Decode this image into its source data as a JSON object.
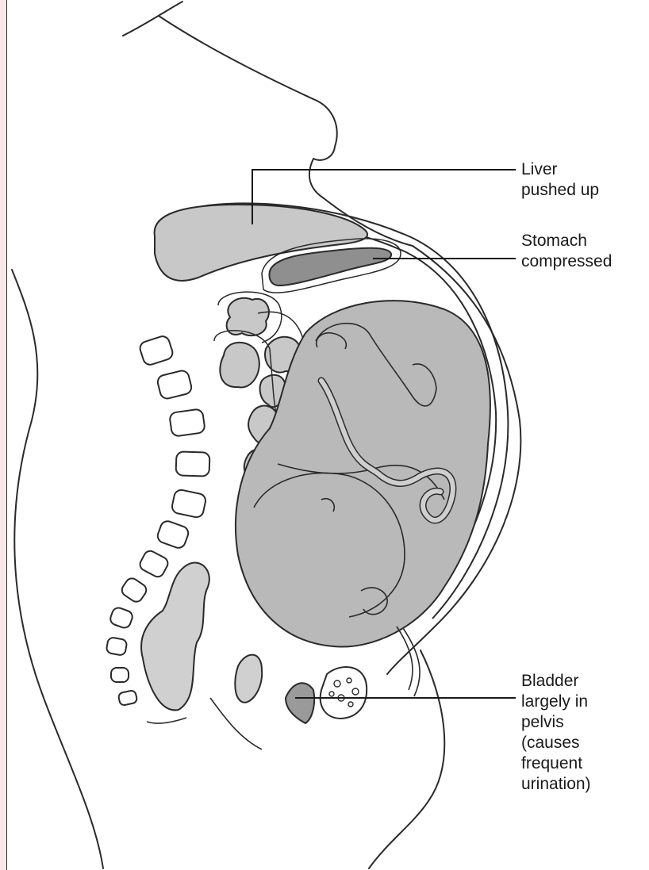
{
  "callouts": {
    "liver": "Liver\npushed up",
    "stomach": "Stomach\ncompressed",
    "bladder": "Bladder\nlargely in\npelvis\n(causes\nfrequent\nurination)"
  },
  "colors": {
    "background": "#fbe9ea",
    "panel": "#ffffff",
    "line": "#2a2a2a",
    "organ_fill": "#c8c8c8",
    "fetus_fill": "#b9b9b9",
    "bone_fill": "#ffffff",
    "stomach_fill": "#8f8f8f"
  }
}
